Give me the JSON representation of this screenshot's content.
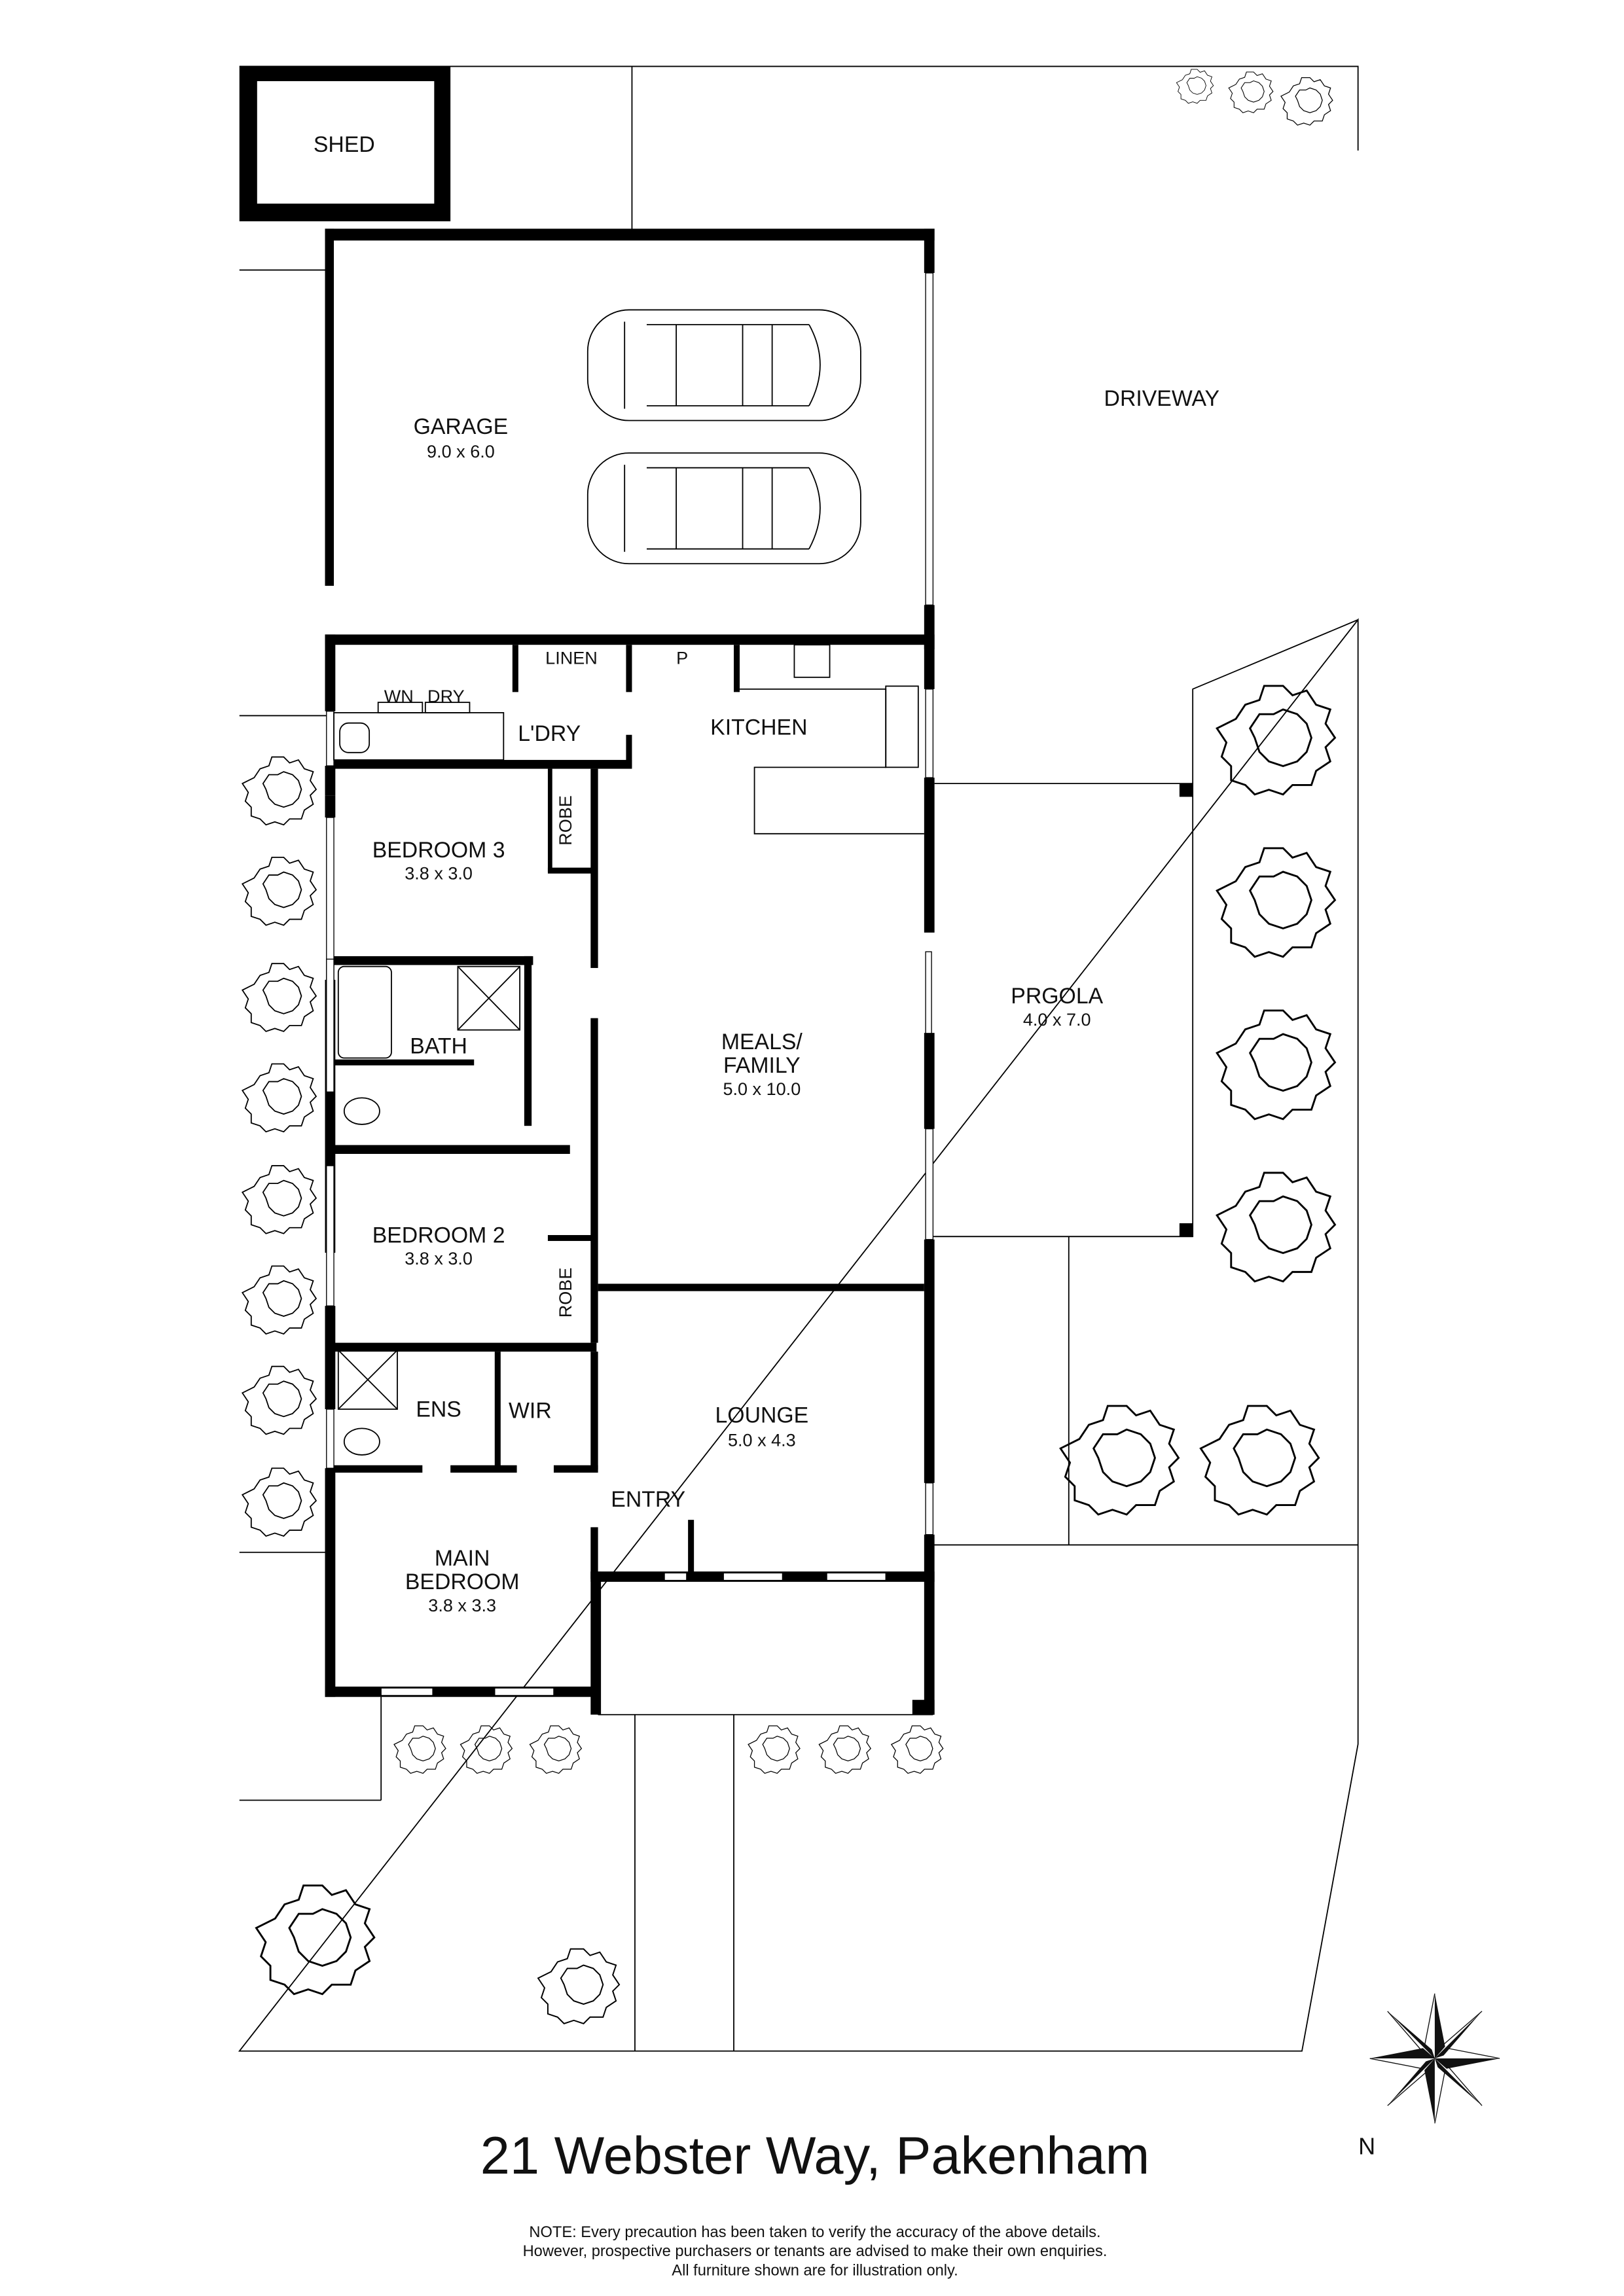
{
  "title": "21 Webster Way, Pakenham",
  "note": {
    "line1": "NOTE: Every precaution has been taken to verify the accuracy of the above details.",
    "line2": "However, prospective purchasers or tenants are advised to make their own enquiries.",
    "line3": "All furniture shown are for illustration only."
  },
  "compass": {
    "label": "N",
    "icon": "compass-rose-icon"
  },
  "rooms": {
    "shed": {
      "name": "SHED"
    },
    "garage": {
      "name": "GARAGE",
      "dim": "9.0 x 6.0"
    },
    "driveway": {
      "name": "DRIVEWAY"
    },
    "linen": {
      "name": "LINEN"
    },
    "pantry": {
      "name": "P"
    },
    "wn": {
      "name": "WN"
    },
    "dry": {
      "name": "DRY"
    },
    "laundry": {
      "name": "L'DRY"
    },
    "kitchen": {
      "name": "KITCHEN"
    },
    "bedroom3": {
      "name": "BEDROOM 3",
      "dim": "3.8 x 3.0"
    },
    "robe1": {
      "name": "ROBE"
    },
    "bath": {
      "name": "BATH"
    },
    "meals": {
      "name1": "MEALS/",
      "name2": "FAMILY",
      "dim": "5.0 x 10.0"
    },
    "pergola": {
      "name": "PRGOLA",
      "dim": "4.0 x 7.0"
    },
    "bedroom2": {
      "name": "BEDROOM 2",
      "dim": "3.8 x 3.0"
    },
    "robe2": {
      "name": "ROBE"
    },
    "ens": {
      "name": "ENS"
    },
    "wir": {
      "name": "WIR"
    },
    "lounge": {
      "name": "LOUNGE",
      "dim": "5.0 x 4.3"
    },
    "entry": {
      "name": "ENTRY"
    },
    "main_bedroom": {
      "name1": "MAIN",
      "name2": "BEDROOM",
      "dim": "3.8 x 3.3"
    }
  },
  "colors": {
    "ink": "#000000",
    "paper": "#ffffff"
  }
}
